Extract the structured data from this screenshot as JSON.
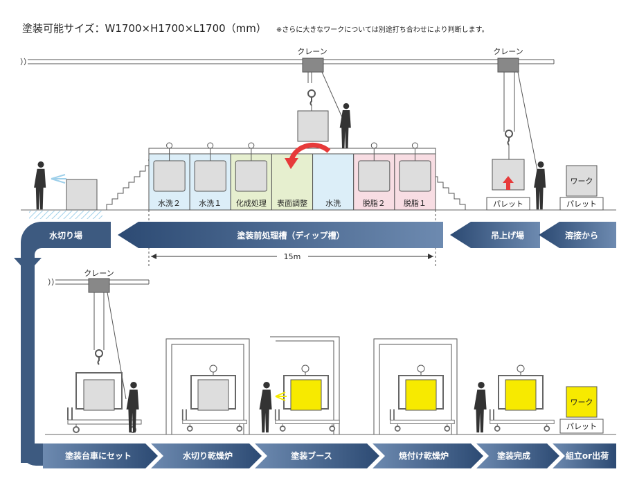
{
  "header": {
    "title": "塗装可能サイズ：W1700×H1700×L1700（mm）",
    "note": "※さらに大きなワークについては別途打ち合わせにより判断します。"
  },
  "cranes": {
    "crane_1": "クレーン",
    "crane_2": "クレーン",
    "crane_3": "クレーン"
  },
  "tanks": [
    {
      "label": "水洗２",
      "color": "#dceef8"
    },
    {
      "label": "水洗１",
      "color": "#dceef8"
    },
    {
      "label": "化成処理",
      "color": "#e6efcf"
    },
    {
      "label": "表面調整",
      "color": "#e6efcf"
    },
    {
      "label": "水洗",
      "color": "#dceef8"
    },
    {
      "label": "脱脂２",
      "color": "#f8dde3"
    },
    {
      "label": "脱脂１",
      "color": "#f8dde3"
    }
  ],
  "items": {
    "work_top": "ワーク",
    "pallet_top_1": "パレット",
    "pallet_top_2": "パレット",
    "work_bottom": "ワーク",
    "pallet_bottom": "パレット"
  },
  "dimension": "15m",
  "flow_top": {
    "dip_tank": "塗装前処理槽（ディップ槽）",
    "lift_area": "吊上げ場",
    "from_welding": "溶接から",
    "drain_area": "水切り場"
  },
  "flow_bottom": [
    "塗装台車にセット",
    "水切り乾燥炉",
    "塗装ブース",
    "焼付け乾燥炉",
    "塗装完成",
    "組立or出荷"
  ],
  "colors": {
    "flow_dark": "#3d5a80",
    "flow_light": "#6c88ad",
    "work_yellow": "#f7ea00",
    "arrow_red": "#e73a3a",
    "pink_tank": "#f8dde3",
    "blue_tank": "#dceef8",
    "green_tank": "#e6efcf"
  }
}
